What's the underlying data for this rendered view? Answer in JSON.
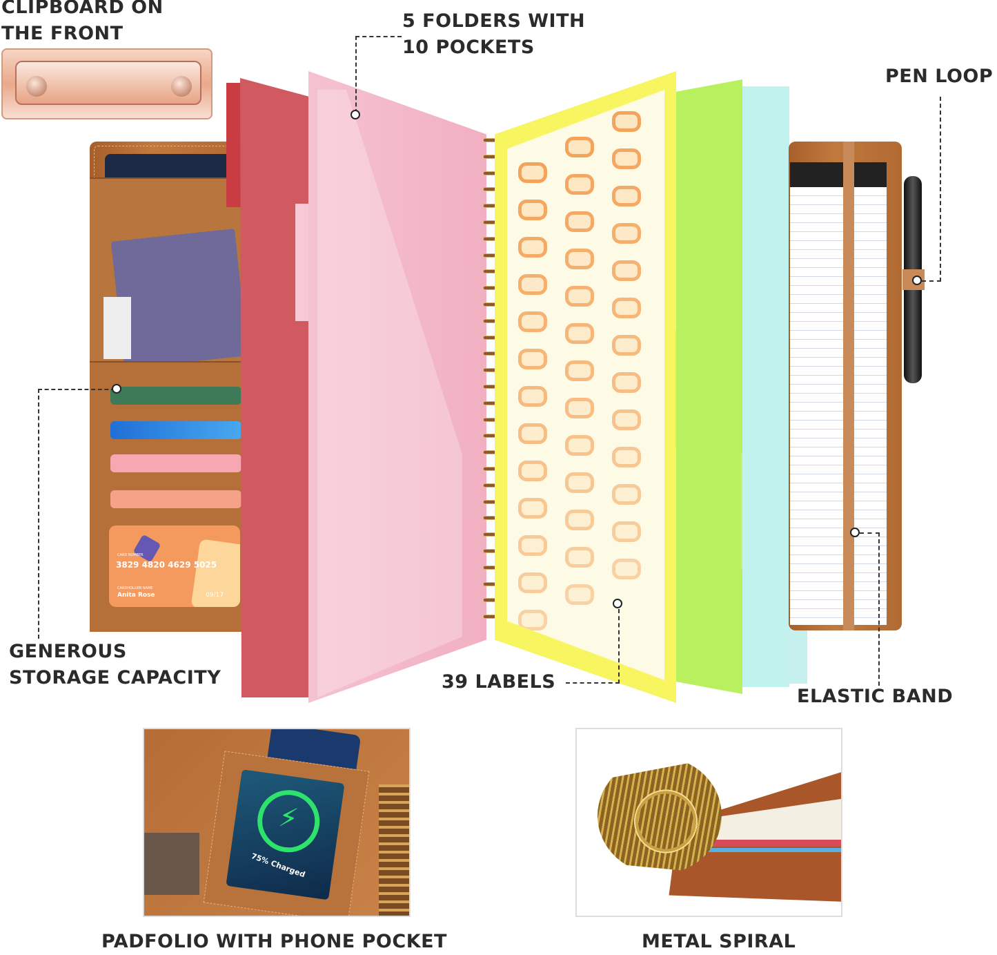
{
  "callouts": {
    "clipboard": [
      "CLIPBOARD ON",
      "THE FRONT"
    ],
    "folders": [
      "5 FOLDERS WITH",
      "10 POCKETS"
    ],
    "pen_loop": "PEN LOOP",
    "storage": [
      "GENEROUS",
      "STORAGE CAPACITY"
    ],
    "labels": "39 LABELS",
    "elastic": "ELASTIC BAND",
    "phone_pocket": "PADFOLIO WITH PHONE POCKET",
    "spiral": "METAL SPIRAL"
  },
  "credit_card": {
    "number_caption": "CARD NUMBER",
    "number": "3829 4820 4629 5025",
    "holder_caption": "CARDHOLDER NAME",
    "holder": "Anita Rose",
    "expiry": "09/17"
  },
  "phone": {
    "status": "75% Charged"
  },
  "colors": {
    "leather": "#b56d35",
    "folder_red": "#d05a60",
    "folder_pink": "#f3b8c8",
    "folder_yellow": "#f7f560",
    "folder_green": "#b8f060",
    "folder_cyan": "#c2f2ee",
    "label_orange": "#f4a35a",
    "charge_green": "#2de36b"
  },
  "label_sheet": {
    "columns": 3,
    "rows": 13
  }
}
